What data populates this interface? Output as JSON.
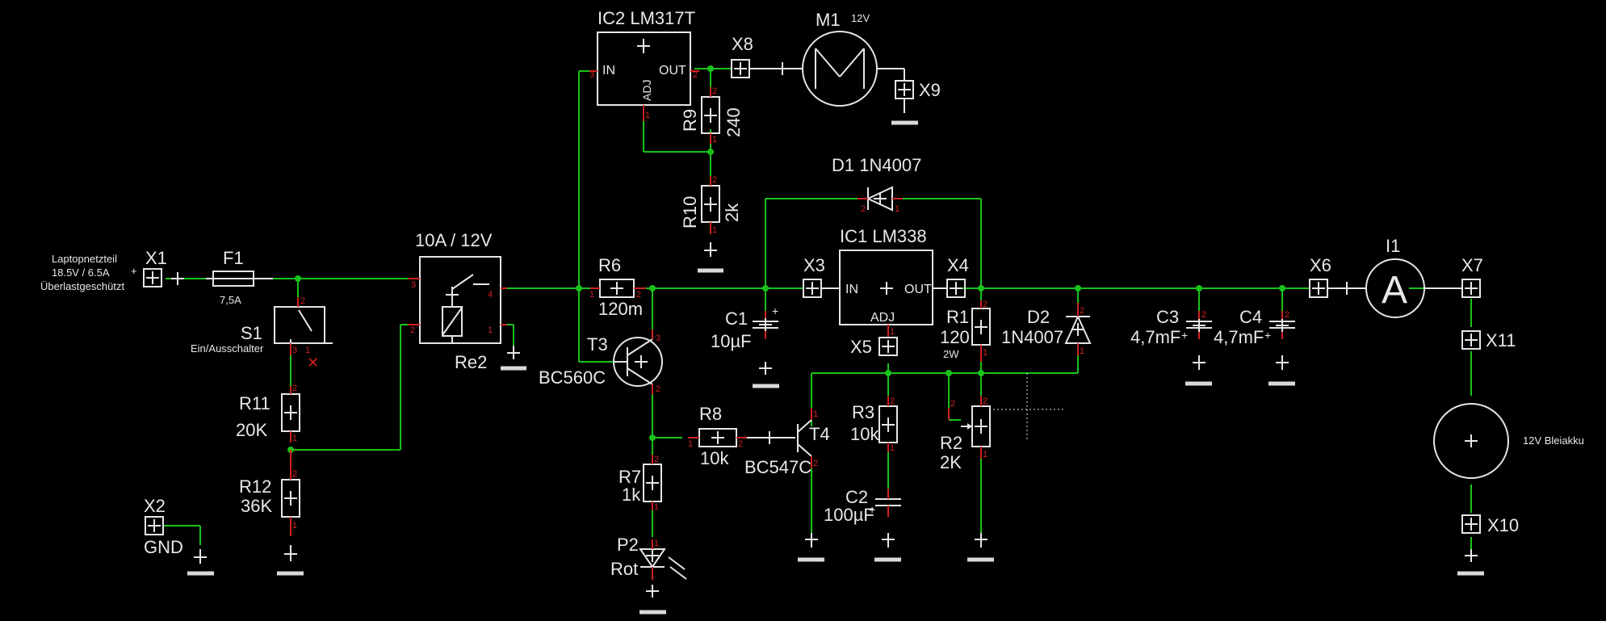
{
  "labels": {
    "x1": "X1",
    "f1": "F1",
    "f1_value": "7,5A",
    "supply_line1": "Laptopnetzteil",
    "supply_line2": "18.5V / 6.5A",
    "supply_line3": "Überlastgeschützt",
    "s1": "S1",
    "s1_desc": "Ein/Ausschalter",
    "r11": "R11",
    "r11_value": "20K",
    "r12": "R12",
    "r12_value": "36K",
    "x2": "X2",
    "x2_gnd": "GND",
    "relay_rating": "10A / 12V",
    "relay": "Re2",
    "ic2": "IC2 LM317T",
    "ic2_in": "IN",
    "ic2_out": "OUT",
    "ic2_adj": "ADJ",
    "x8": "X8",
    "m1": "M1",
    "m1_value": "12V",
    "x9": "X9",
    "r9": "R9",
    "r9_value": "240",
    "r10": "R10",
    "r10_value": "2k",
    "r6": "R6",
    "r6_value": "120m",
    "t3": "T3",
    "t3_value": "BC560C",
    "r8": "R8",
    "r8_value": "10k",
    "t4": "T4",
    "t4_value": "BC547C",
    "r7": "R7",
    "r7_value": "1k",
    "p2": "P2",
    "p2_value": "Rot",
    "d1": "D1 1N4007",
    "ic1": "IC1 LM338",
    "ic1_in": "IN",
    "ic1_out": "OUT",
    "ic1_adj": "ADJ",
    "x3": "X3",
    "x4": "X4",
    "x5": "X5",
    "c1": "C1",
    "c1_value": "10µF",
    "r1": "R1",
    "r1_value": "120",
    "r1_power": "2W",
    "d2": "D2",
    "d2_value": "1N4007",
    "r3": "R3",
    "r3_value": "10k",
    "r2": "R2",
    "r2_value": "2K",
    "c2": "C2",
    "c2_value": "100µF",
    "c3": "C3",
    "c3_value": "4,7mF",
    "c4": "C4",
    "c4_value": "4,7mF",
    "x6": "X6",
    "i1": "I1",
    "ammeter": "A",
    "x7": "X7",
    "x11": "X11",
    "x10": "X10",
    "battery": "12V Bleiakku"
  },
  "pins": {
    "one": "1",
    "two": "2",
    "three": "3",
    "four": "4",
    "plus": "+"
  },
  "colors": {
    "background": "#000000",
    "wire": "#19c219",
    "pin_lead": "#d12020",
    "component": "#e6e6e6",
    "text": "#e8e8e8",
    "error_marker": "#d12020"
  }
}
